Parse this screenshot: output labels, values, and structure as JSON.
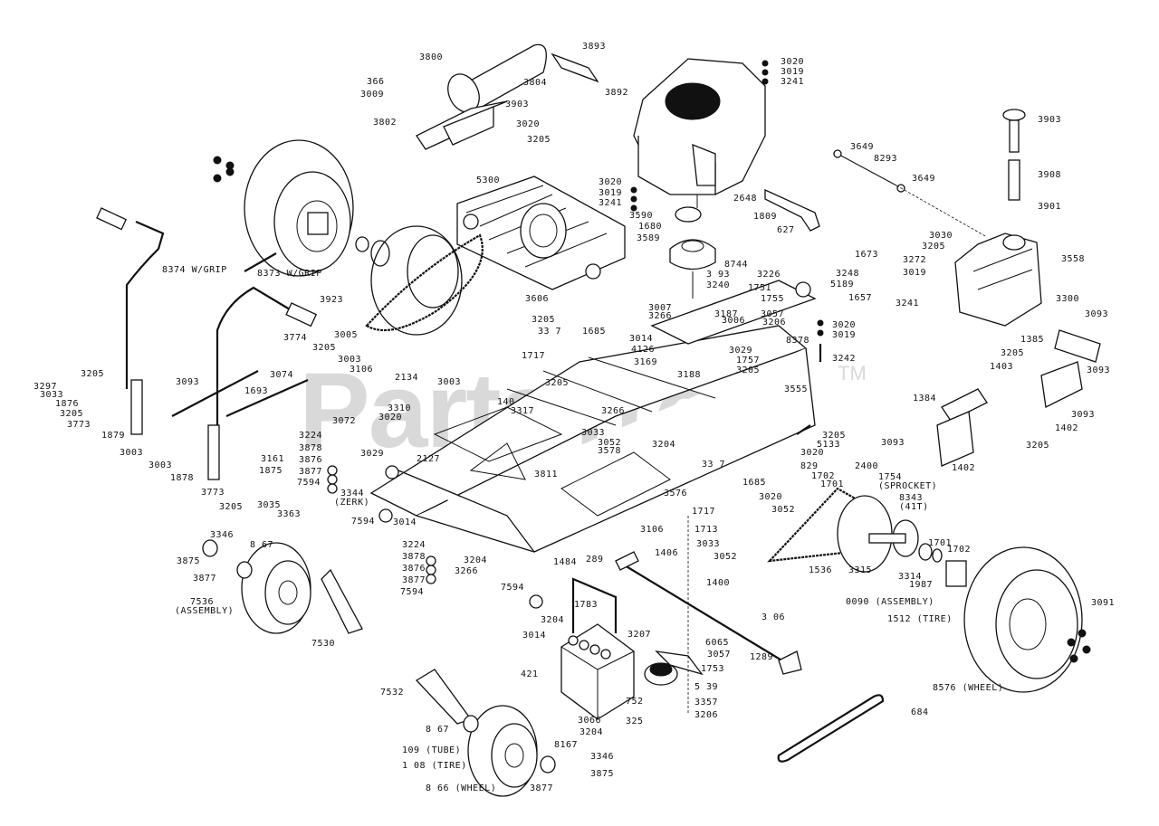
{
  "diagram": {
    "title": "Exploded parts diagram - zero-turn mower chassis",
    "watermark": "PartsTree",
    "watermark_tm": "TM",
    "colors": {
      "line": "#111111",
      "background": "#ffffff",
      "watermark": "#d9d9d9"
    },
    "labels": [
      {
        "id": "l1",
        "text": "3800"
      },
      {
        "id": "l2",
        "text": "3893"
      },
      {
        "id": "l3",
        "text": "366"
      },
      {
        "id": "l4",
        "text": "3804"
      },
      {
        "id": "l5",
        "text": "3009"
      },
      {
        "id": "l6",
        "text": "3903"
      },
      {
        "id": "l7",
        "text": "3802"
      },
      {
        "id": "l8",
        "text": "3020"
      },
      {
        "id": "l9",
        "text": "3205"
      },
      {
        "id": "l10",
        "text": "3892"
      },
      {
        "id": "l11",
        "text": "3020"
      },
      {
        "id": "l12",
        "text": "3019"
      },
      {
        "id": "l13",
        "text": "3241"
      },
      {
        "id": "l14",
        "text": "3903"
      },
      {
        "id": "l15",
        "text": "3649"
      },
      {
        "id": "l16",
        "text": "8293"
      },
      {
        "id": "l17",
        "text": "3649"
      },
      {
        "id": "l18",
        "text": "3908"
      },
      {
        "id": "l19",
        "text": "3901"
      },
      {
        "id": "l20",
        "text": "5300"
      },
      {
        "id": "l21",
        "text": "3020"
      },
      {
        "id": "l22",
        "text": "3019"
      },
      {
        "id": "l23",
        "text": "3241"
      },
      {
        "id": "l24",
        "text": "3590"
      },
      {
        "id": "l25",
        "text": "1680"
      },
      {
        "id": "l26",
        "text": "3589"
      },
      {
        "id": "l27",
        "text": "2648"
      },
      {
        "id": "l28",
        "text": "1809"
      },
      {
        "id": "l29",
        "text": "627"
      },
      {
        "id": "l30",
        "text": "8744"
      },
      {
        "id": "l31",
        "text": "3 93"
      },
      {
        "id": "l32",
        "text": "3240"
      },
      {
        "id": "l33",
        "text": "3030"
      },
      {
        "id": "l34",
        "text": "3205"
      },
      {
        "id": "l35",
        "text": "3558"
      },
      {
        "id": "l36",
        "text": "1673"
      },
      {
        "id": "l37",
        "text": "3272"
      },
      {
        "id": "l38",
        "text": "3226"
      },
      {
        "id": "l39",
        "text": "3248"
      },
      {
        "id": "l40",
        "text": "5189"
      },
      {
        "id": "l41",
        "text": "3019"
      },
      {
        "id": "l42",
        "text": "1751"
      },
      {
        "id": "l43",
        "text": "1657"
      },
      {
        "id": "l44",
        "text": "3241"
      },
      {
        "id": "l45",
        "text": "1755"
      },
      {
        "id": "l46",
        "text": "3057"
      },
      {
        "id": "l47",
        "text": "3206"
      },
      {
        "id": "l48",
        "text": "3020"
      },
      {
        "id": "l49",
        "text": "3019"
      },
      {
        "id": "l50",
        "text": "3242"
      },
      {
        "id": "l51",
        "text": "8374 W/GRIP"
      },
      {
        "id": "l52",
        "text": "8373 W/GRIP"
      },
      {
        "id": "l53",
        "text": "3923"
      },
      {
        "id": "l54",
        "text": "3606"
      },
      {
        "id": "l55",
        "text": "3205"
      },
      {
        "id": "l56",
        "text": "3007"
      },
      {
        "id": "l57",
        "text": "3266"
      },
      {
        "id": "l58",
        "text": "3187"
      },
      {
        "id": "l59",
        "text": "3006"
      },
      {
        "id": "l60",
        "text": "3014"
      },
      {
        "id": "l61",
        "text": "4126"
      },
      {
        "id": "l62",
        "text": "8378"
      },
      {
        "id": "l63",
        "text": "3029"
      },
      {
        "id": "l64",
        "text": "1757"
      },
      {
        "id": "l65",
        "text": "3205"
      },
      {
        "id": "l66",
        "text": "3188"
      },
      {
        "id": "l67",
        "text": "3169"
      },
      {
        "id": "l68",
        "text": "3555"
      },
      {
        "id": "l69",
        "text": "3005"
      },
      {
        "id": "l70",
        "text": "3774"
      },
      {
        "id": "l71",
        "text": "3205"
      },
      {
        "id": "l72",
        "text": "3003"
      },
      {
        "id": "l73",
        "text": "3106"
      },
      {
        "id": "l74",
        "text": "2134"
      },
      {
        "id": "l75",
        "text": "3003"
      },
      {
        "id": "l76",
        "text": "3074"
      },
      {
        "id": "l77",
        "text": "1693"
      },
      {
        "id": "l78",
        "text": "33 7"
      },
      {
        "id": "l79",
        "text": "1685"
      },
      {
        "id": "l80",
        "text": "1717"
      },
      {
        "id": "l81",
        "text": "3205"
      },
      {
        "id": "l82",
        "text": "140"
      },
      {
        "id": "l83",
        "text": "3317"
      },
      {
        "id": "l84",
        "text": "3310"
      },
      {
        "id": "l85",
        "text": "3020"
      },
      {
        "id": "l86",
        "text": "3072"
      },
      {
        "id": "l87",
        "text": "3266"
      },
      {
        "id": "l88",
        "text": "3033"
      },
      {
        "id": "l89",
        "text": "3052"
      },
      {
        "id": "l90",
        "text": "3578"
      },
      {
        "id": "l91",
        "text": "3204"
      },
      {
        "id": "l92",
        "text": "3297"
      },
      {
        "id": "l93",
        "text": "3205"
      },
      {
        "id": "l94",
        "text": "3093"
      },
      {
        "id": "l95",
        "text": "3033"
      },
      {
        "id": "l96",
        "text": "1876"
      },
      {
        "id": "l97",
        "text": "3205"
      },
      {
        "id": "l98",
        "text": "3773"
      },
      {
        "id": "l99",
        "text": "1879"
      },
      {
        "id": "l100",
        "text": "3003"
      },
      {
        "id": "l101",
        "text": "3003"
      },
      {
        "id": "l102",
        "text": "1878"
      },
      {
        "id": "l103",
        "text": "3161"
      },
      {
        "id": "l104",
        "text": "1875"
      },
      {
        "id": "l105",
        "text": "3773"
      },
      {
        "id": "l106",
        "text": "3205"
      },
      {
        "id": "l107",
        "text": "3035"
      },
      {
        "id": "l108",
        "text": "3363"
      },
      {
        "id": "l109",
        "text": "3224"
      },
      {
        "id": "l110",
        "text": "3878"
      },
      {
        "id": "l111",
        "text": "3876"
      },
      {
        "id": "l112",
        "text": "3877"
      },
      {
        "id": "l113",
        "text": "7594"
      },
      {
        "id": "l114",
        "text": "3029"
      },
      {
        "id": "l115",
        "text": "3344"
      },
      {
        "id": "l116",
        "text": "(ZERK)"
      },
      {
        "id": "l117",
        "text": "7594"
      },
      {
        "id": "l118",
        "text": "2127"
      },
      {
        "id": "l119",
        "text": "3811"
      },
      {
        "id": "l120",
        "text": "3014"
      },
      {
        "id": "l121",
        "text": "3300"
      },
      {
        "id": "l122",
        "text": "3093"
      },
      {
        "id": "l123",
        "text": "1385"
      },
      {
        "id": "l124",
        "text": "3093"
      },
      {
        "id": "l125",
        "text": "3205"
      },
      {
        "id": "l126",
        "text": "1403"
      },
      {
        "id": "l127",
        "text": "1384"
      },
      {
        "id": "l128",
        "text": "3093"
      },
      {
        "id": "l129",
        "text": "1402"
      },
      {
        "id": "l130",
        "text": "3093"
      },
      {
        "id": "l131",
        "text": "3205"
      },
      {
        "id": "l132",
        "text": "1402"
      },
      {
        "id": "l133",
        "text": "3205"
      },
      {
        "id": "l134",
        "text": "5133"
      },
      {
        "id": "l135",
        "text": "3020"
      },
      {
        "id": "l136",
        "text": "33 7"
      },
      {
        "id": "l137",
        "text": "829"
      },
      {
        "id": "l138",
        "text": "1702"
      },
      {
        "id": "l139",
        "text": "1701"
      },
      {
        "id": "l140",
        "text": "2400"
      },
      {
        "id": "l141",
        "text": "1754"
      },
      {
        "id": "l142",
        "text": "(SPROCKET)"
      },
      {
        "id": "l143",
        "text": "8343"
      },
      {
        "id": "l144",
        "text": "(41T)"
      },
      {
        "id": "l145",
        "text": "1685"
      },
      {
        "id": "l146",
        "text": "3020"
      },
      {
        "id": "l147",
        "text": "3576"
      },
      {
        "id": "l148",
        "text": "1717"
      },
      {
        "id": "l149",
        "text": "3052"
      },
      {
        "id": "l150",
        "text": "1713"
      },
      {
        "id": "l151",
        "text": "3033"
      },
      {
        "id": "l152",
        "text": "3052"
      },
      {
        "id": "l153",
        "text": "1536"
      },
      {
        "id": "l154",
        "text": "3315"
      },
      {
        "id": "l155",
        "text": "3314"
      },
      {
        "id": "l156",
        "text": "1701"
      },
      {
        "id": "l157",
        "text": "1702"
      },
      {
        "id": "l158",
        "text": "1987"
      },
      {
        "id": "l159",
        "text": "3346"
      },
      {
        "id": "l160",
        "text": "8 67"
      },
      {
        "id": "l161",
        "text": "3875"
      },
      {
        "id": "l162",
        "text": "3877"
      },
      {
        "id": "l163",
        "text": "7536"
      },
      {
        "id": "l164",
        "text": "(ASSEMBLY)"
      },
      {
        "id": "l165",
        "text": "7530"
      },
      {
        "id": "l166",
        "text": "3224"
      },
      {
        "id": "l167",
        "text": "3878"
      },
      {
        "id": "l168",
        "text": "3876"
      },
      {
        "id": "l169",
        "text": "3877"
      },
      {
        "id": "l170",
        "text": "7594"
      },
      {
        "id": "l171",
        "text": "3204"
      },
      {
        "id": "l172",
        "text": "3266"
      },
      {
        "id": "l173",
        "text": "1484"
      },
      {
        "id": "l174",
        "text": "7594"
      },
      {
        "id": "l175",
        "text": "3106"
      },
      {
        "id": "l176",
        "text": "289"
      },
      {
        "id": "l177",
        "text": "1406"
      },
      {
        "id": "l178",
        "text": "1400"
      },
      {
        "id": "l179",
        "text": "1783"
      },
      {
        "id": "l180",
        "text": "3204"
      },
      {
        "id": "l181",
        "text": "3014"
      },
      {
        "id": "l182",
        "text": "3207"
      },
      {
        "id": "l183",
        "text": "6065"
      },
      {
        "id": "l184",
        "text": "3057"
      },
      {
        "id": "l185",
        "text": "3 06"
      },
      {
        "id": "l186",
        "text": "1289"
      },
      {
        "id": "l187",
        "text": "1753"
      },
      {
        "id": "l188",
        "text": "5 39"
      },
      {
        "id": "l189",
        "text": "3357"
      },
      {
        "id": "l190",
        "text": "3206"
      },
      {
        "id": "l191",
        "text": "421"
      },
      {
        "id": "l192",
        "text": "7532"
      },
      {
        "id": "l193",
        "text": "752"
      },
      {
        "id": "l194",
        "text": "325"
      },
      {
        "id": "l195",
        "text": "3066"
      },
      {
        "id": "l196",
        "text": "3204"
      },
      {
        "id": "l197",
        "text": "8 67"
      },
      {
        "id": "l198",
        "text": "109 (TUBE)"
      },
      {
        "id": "l199",
        "text": "1 08 (TIRE)"
      },
      {
        "id": "l200",
        "text": "8167"
      },
      {
        "id": "l201",
        "text": "3346"
      },
      {
        "id": "l202",
        "text": "3875"
      },
      {
        "id": "l203",
        "text": "8 66 (WHEEL)"
      },
      {
        "id": "l204",
        "text": "3877"
      },
      {
        "id": "l205",
        "text": "0090 (ASSEMBLY)"
      },
      {
        "id": "l206",
        "text": "1512 (TIRE)"
      },
      {
        "id": "l207",
        "text": "3091"
      },
      {
        "id": "l208",
        "text": "8576 (WHEEL)"
      },
      {
        "id": "l209",
        "text": "684"
      }
    ]
  }
}
